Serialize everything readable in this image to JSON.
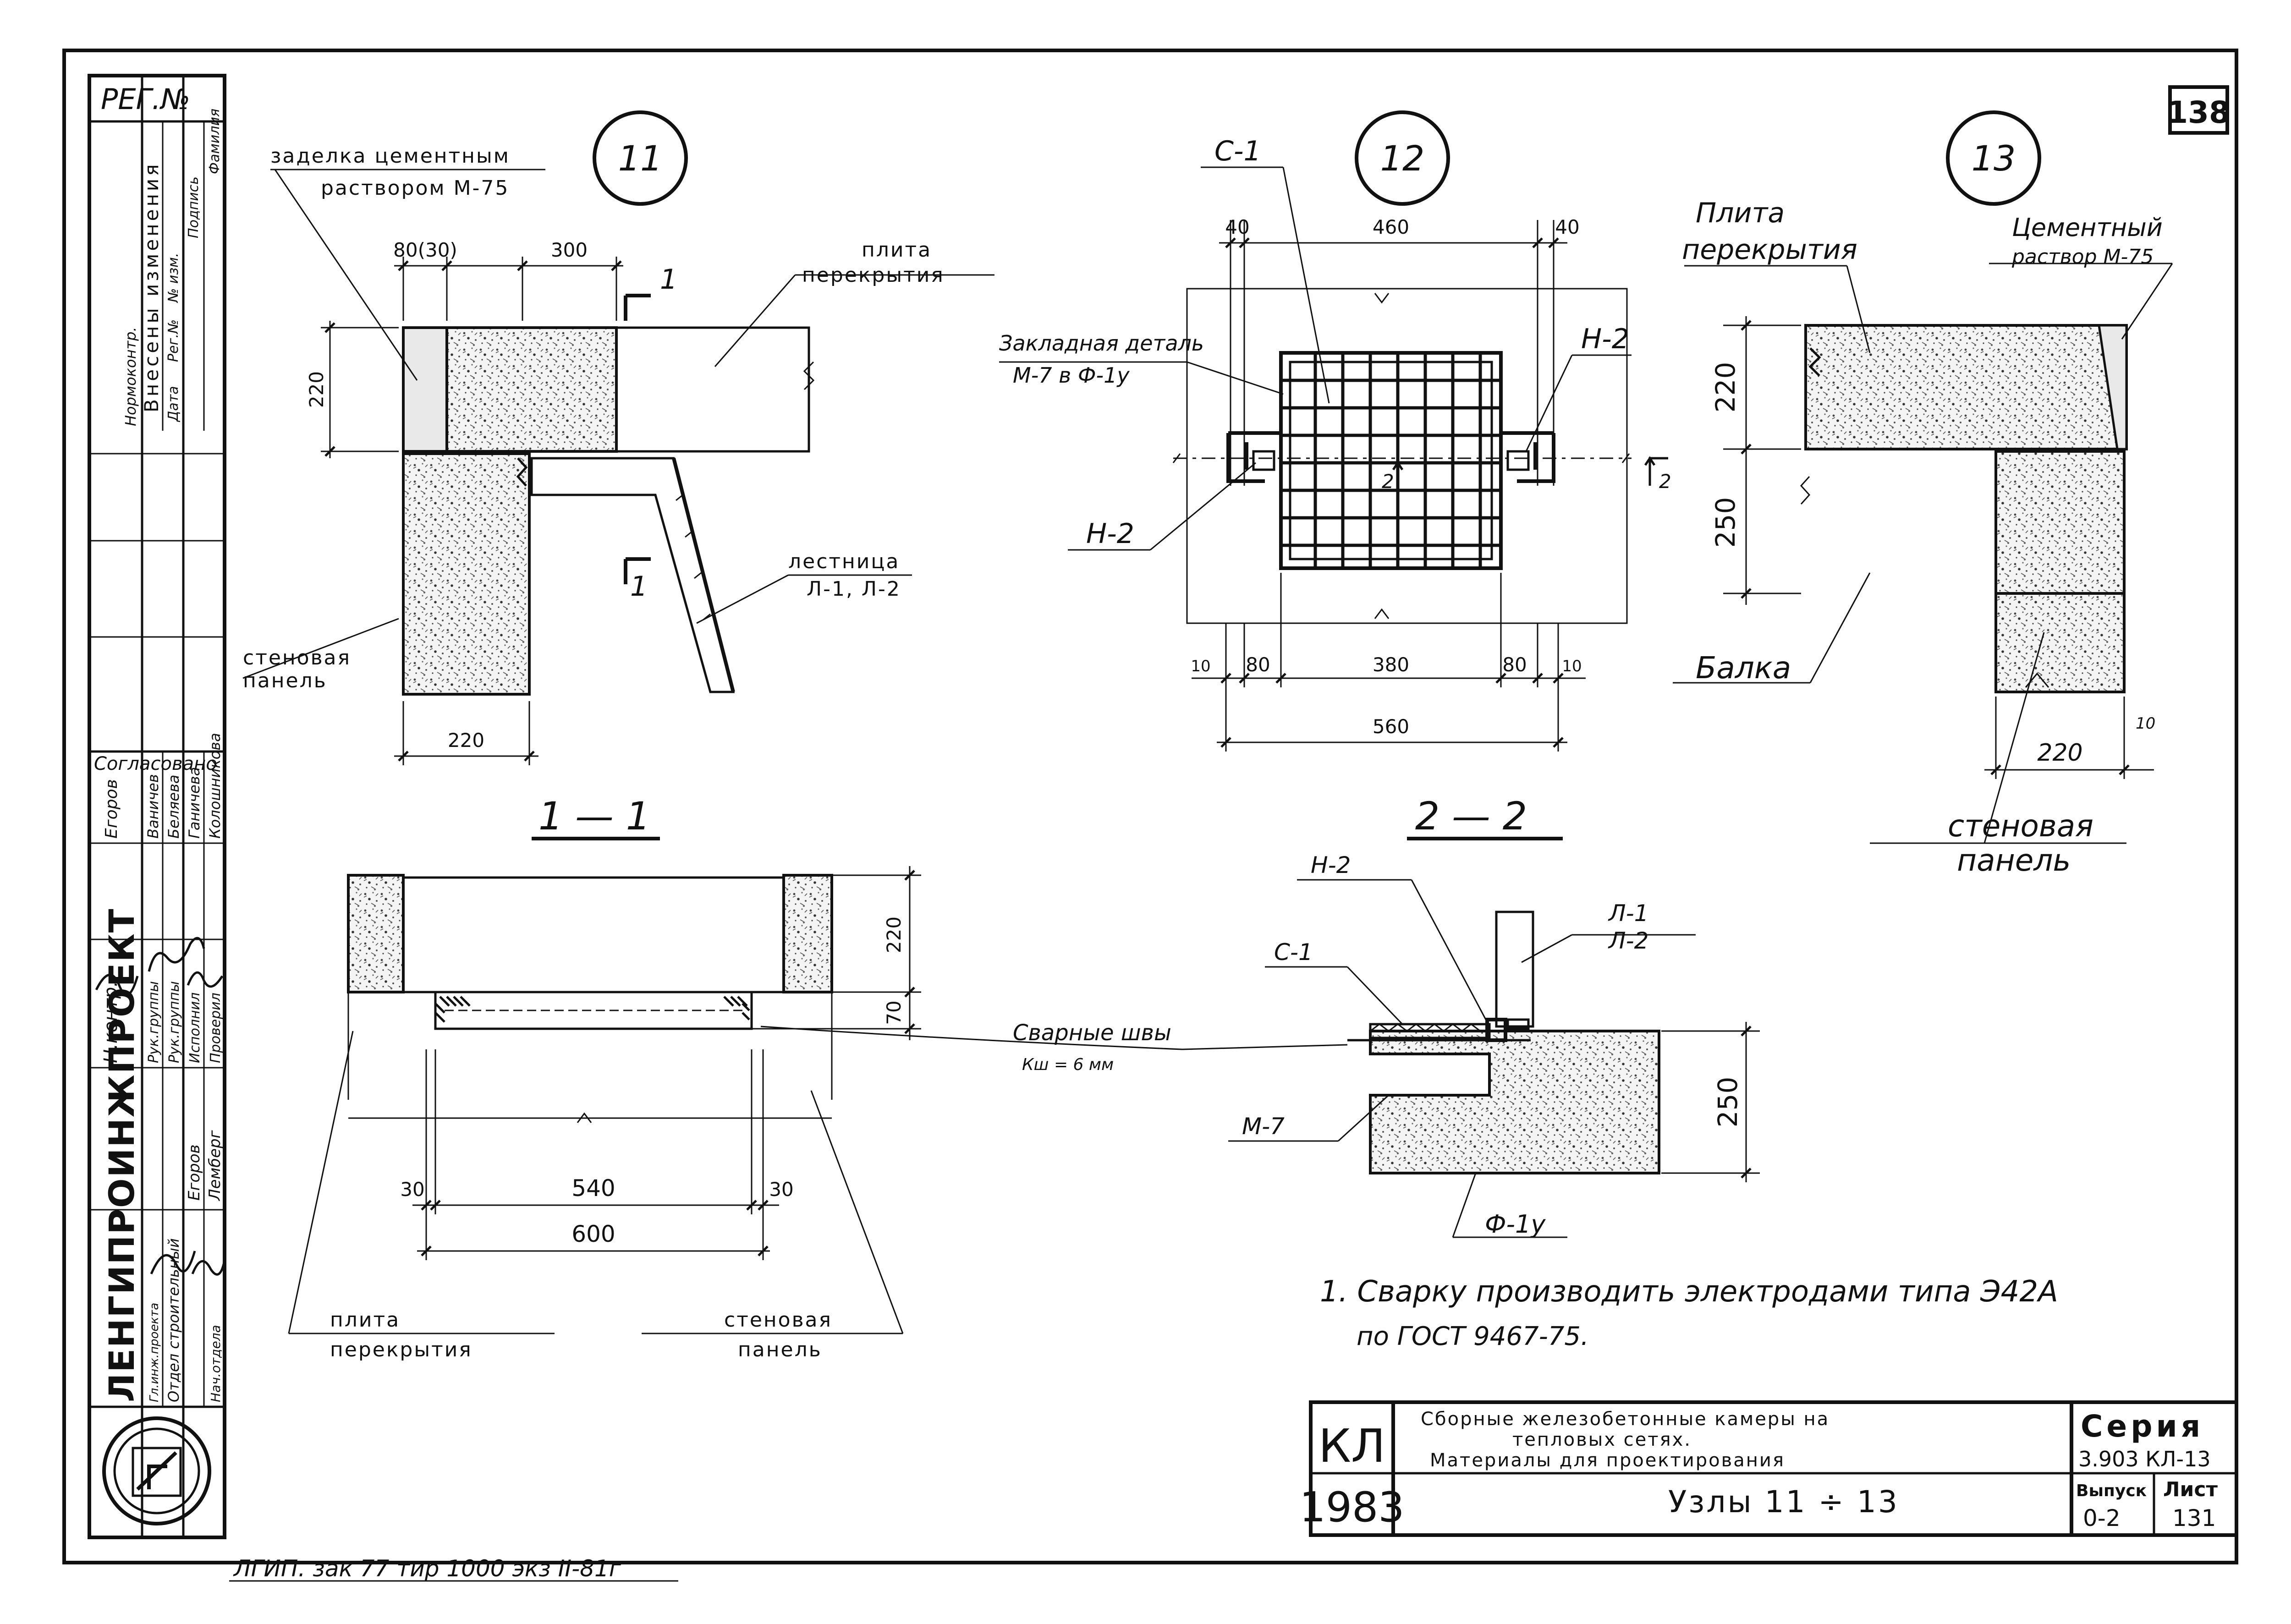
{
  "sheet": {
    "number": "138",
    "reg_no": "РЕГ.№",
    "org": "ЛЕНГИПРОИНЖПРОЕКТ",
    "footer_note": "ЛГИП. зак 77 тир 1000 экз II-81г"
  },
  "sidebar": {
    "changes_header": "Внесены изменения",
    "changes_cols": [
      "Дата",
      "Рег.№",
      "№ изм.",
      "Подпись",
      "Фамилия",
      "Нормоконтр."
    ],
    "agreed": "Согласовано",
    "names": [
      "Егоров",
      "Ваничев",
      "Беляева",
      "Ганичева",
      "Колошникова"
    ],
    "roles": [
      "Н.контр.",
      "Рук.группы",
      "Рук.группы",
      "Исполнил",
      "Проверил",
      "Гл.инж.проекта",
      "Отдел строительный",
      "Нач.отдела"
    ],
    "signers": [
      "Егоров",
      "Лемберг"
    ]
  },
  "details": [
    {
      "id": "11",
      "labels": {
        "grout": [
          "заделка цементным",
          "раствором М-75"
        ],
        "slab": [
          "плита",
          "перекрытия"
        ],
        "stair": [
          "лестница",
          "Л-1, Л-2"
        ],
        "wall": [
          "стеновая",
          "панель"
        ]
      },
      "dims": {
        "top_a": "80(30)",
        "top_b": "300",
        "left": "220",
        "bottom": "220"
      },
      "section": "1"
    },
    {
      "id": "12",
      "labels": {
        "c1": "С-1",
        "embed": [
          "Закладная деталь",
          "М-7 в Ф-1у"
        ],
        "n2_right": "Н-2",
        "n2_left": "Н-2"
      },
      "dims": {
        "top_l": "40",
        "top_m": "460",
        "top_r": "40",
        "bot_l": "10",
        "bot_a": "80",
        "bot_m": "380",
        "bot_b": "80",
        "bot_r": "10",
        "overall": "560"
      },
      "section": "2"
    },
    {
      "id": "13",
      "labels": {
        "slab": [
          "Плита",
          "перекрытия"
        ],
        "mortar": [
          "Цементный",
          "раствор М-75"
        ],
        "beam": "Балка",
        "wall": [
          "стеновая",
          "панель"
        ]
      },
      "dims": {
        "h1": "220",
        "h2": "250",
        "width": "220",
        "gap": "10"
      }
    }
  ],
  "sections": [
    {
      "title": "1 — 1",
      "dims": {
        "h1": "220",
        "h2": "70",
        "w_l": "30",
        "w_m": "540",
        "w_r": "30",
        "overall": "600"
      },
      "labels": {
        "slab": [
          "плита",
          "перекрытия"
        ],
        "wall": [
          "стеновая",
          "панель"
        ]
      }
    },
    {
      "title": "2 — 2",
      "labels": {
        "n2": "Н-2",
        "c1": "С-1",
        "m7": "М-7",
        "l": [
          "Л-1",
          "Л-2"
        ],
        "f1": "Ф-1у"
      },
      "dims": {
        "h": "250"
      }
    }
  ],
  "welds": [
    "Сварные швы",
    "Кш = 6 мм"
  ],
  "notes": [
    "1. Сварку производить электродами типа Э42А",
    "по ГОСТ 9467-75."
  ],
  "title_block": {
    "code": "КЛ",
    "year": "1983",
    "title": [
      "Сборные железобетонные камеры на",
      "тепловых сетях.",
      "Материалы для проектирования"
    ],
    "subject": "Узлы 11 ÷ 13",
    "series_label": "Серия",
    "series_value": "3.903 КЛ-13",
    "issue_label": "Выпуск",
    "issue_value": "0-2",
    "sheet_label": "Лист",
    "sheet_value": "131"
  }
}
